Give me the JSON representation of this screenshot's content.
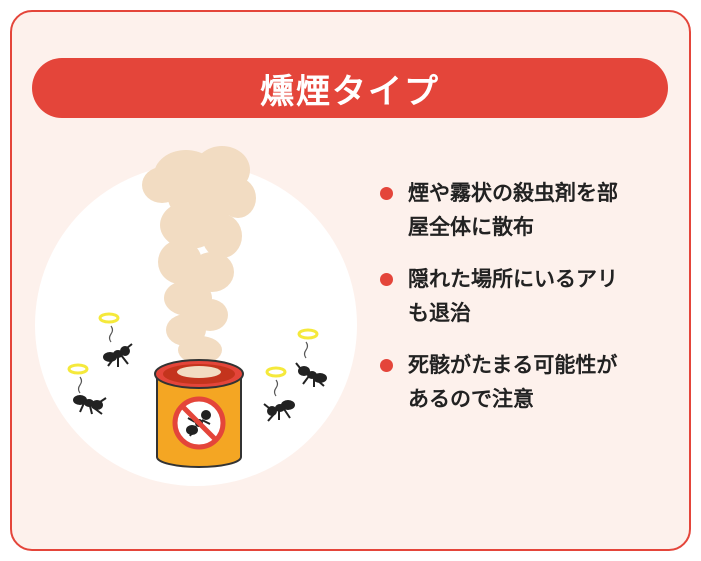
{
  "title": "燻煙タイプ",
  "points": [
    {
      "lines": [
        "煙や霧状の殺虫剤を部",
        "屋全体に散布"
      ]
    },
    {
      "lines": [
        "隠れた場所にいるアリ",
        "も退治"
      ]
    },
    {
      "lines": [
        "死骸がたまる可能性が",
        "あるので注意"
      ]
    }
  ],
  "colors": {
    "accent": "#e4453a",
    "card_background": "#fdf1ec",
    "smoke": "#f2dcc2",
    "can_body": "#f4a623",
    "can_rim": "#e4453a",
    "halo": "#f5e93b"
  },
  "icons": [
    "smoke-cloud-icon",
    "insecticide-can-icon",
    "no-ant-icon",
    "ant-icon",
    "halo-icon"
  ]
}
